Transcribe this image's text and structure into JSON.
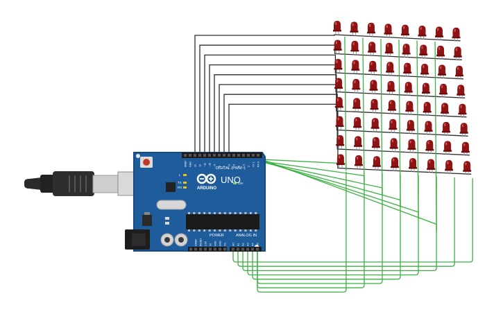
{
  "board": {
    "logo": "ARDUINO",
    "model": "UNO",
    "digital_header": "DIGITAL (PWM~)",
    "power_header": "POWER",
    "analog_header": "ANALOG IN",
    "on_label": "ON",
    "tx_label": "TX",
    "rx_label": "RX",
    "l_label": "L",
    "top_pins": [
      "AREF",
      "GND",
      "13",
      "12",
      "~11",
      "~10",
      "~9",
      "8",
      "7",
      "~6",
      "~5",
      "4",
      "~3",
      "2",
      "TX 1",
      "RX 0"
    ],
    "power_pins": [
      "IOREF",
      "RESET",
      "3.3V",
      "5V",
      "GND",
      "GND",
      "Vin"
    ],
    "analog_pins": [
      "A0",
      "A1",
      "A2",
      "A3",
      "A4",
      "A5"
    ]
  },
  "led_matrix": {
    "rows": 8,
    "cols": 8,
    "led_color": "#8f1313"
  },
  "colors": {
    "board": "#1f5c9c",
    "board_edge": "#164a80",
    "wire_black": "#2b2b2b",
    "wire_green": "#3cb043",
    "usb_cable": "#2a2a2a",
    "usb_plug": "#cfcfcf"
  }
}
